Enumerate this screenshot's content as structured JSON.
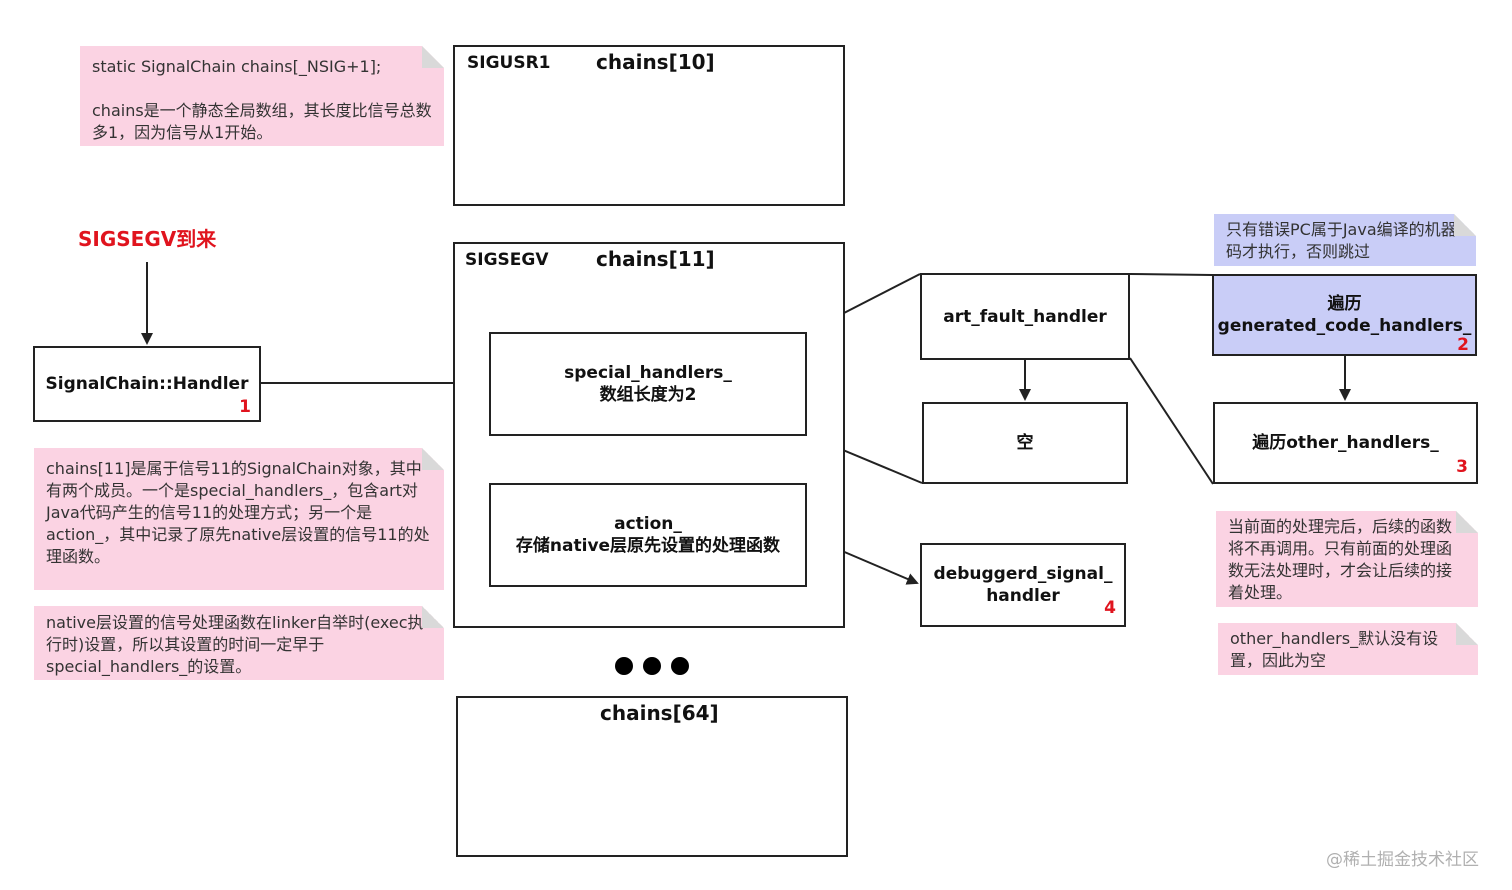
{
  "notes": {
    "chains_decl": {
      "line1": "static SignalChain chains[_NSIG+1];",
      "line2": "chains是一个静态全局数组，其长度比信号总数多1，因为信号从1开始。"
    },
    "chains11_desc": "chains[11]是属于信号11的SignalChain对象，其中有两个成员。一个是special_handlers_，包含art对Java代码产生的信号11的处理方式；另一个是action_，其中记录了原先native层设置的信号11的处理函数。",
    "native_desc": "native层设置的信号处理函数在linker自举时(exec执行时)设置，所以其设置的时间一定早于special_handlers_的设置。",
    "pc_java": "只有错误PC属于Java编译的机器码才执行，否则跳过",
    "after_desc": "当前面的处理完后，后续的函数将不再调用。只有前面的处理函数无法处理时，才会让后续的接着处理。",
    "other_empty": "other_handlers_默认没有设置，因此为空"
  },
  "sigsegv_arrive": "SIGSEGV到来",
  "handler_box": {
    "label": "SignalChain::Handler",
    "num": "1"
  },
  "chain10": {
    "signal": "SIGUSR1",
    "title": "chains[10]"
  },
  "chain11": {
    "signal": "SIGSEGV",
    "title": "chains[11]",
    "special": {
      "line1": "special_handlers_",
      "line2": "数组长度为2"
    },
    "action": {
      "line1": "action_",
      "line2": "存储native层原先设置的处理函数"
    }
  },
  "chain64": {
    "title": "chains[64]"
  },
  "art_fault": {
    "label": "art_fault_handler"
  },
  "empty_box": {
    "label": "空"
  },
  "debuggerd": {
    "line1": "debuggerd_signal_",
    "line2": "handler",
    "num": "4"
  },
  "generated": {
    "line1": "遍历",
    "line2": "generated_code_handlers_",
    "num": "2"
  },
  "other": {
    "label": "遍历other_handlers_",
    "num": "3"
  },
  "watermark": "@稀土掘金技术社区",
  "colors": {
    "red": "#e0141e",
    "pink_note": "#fbd3e3",
    "blue_note": "#c9cdf7",
    "blue_box": "#c9cdf7"
  }
}
